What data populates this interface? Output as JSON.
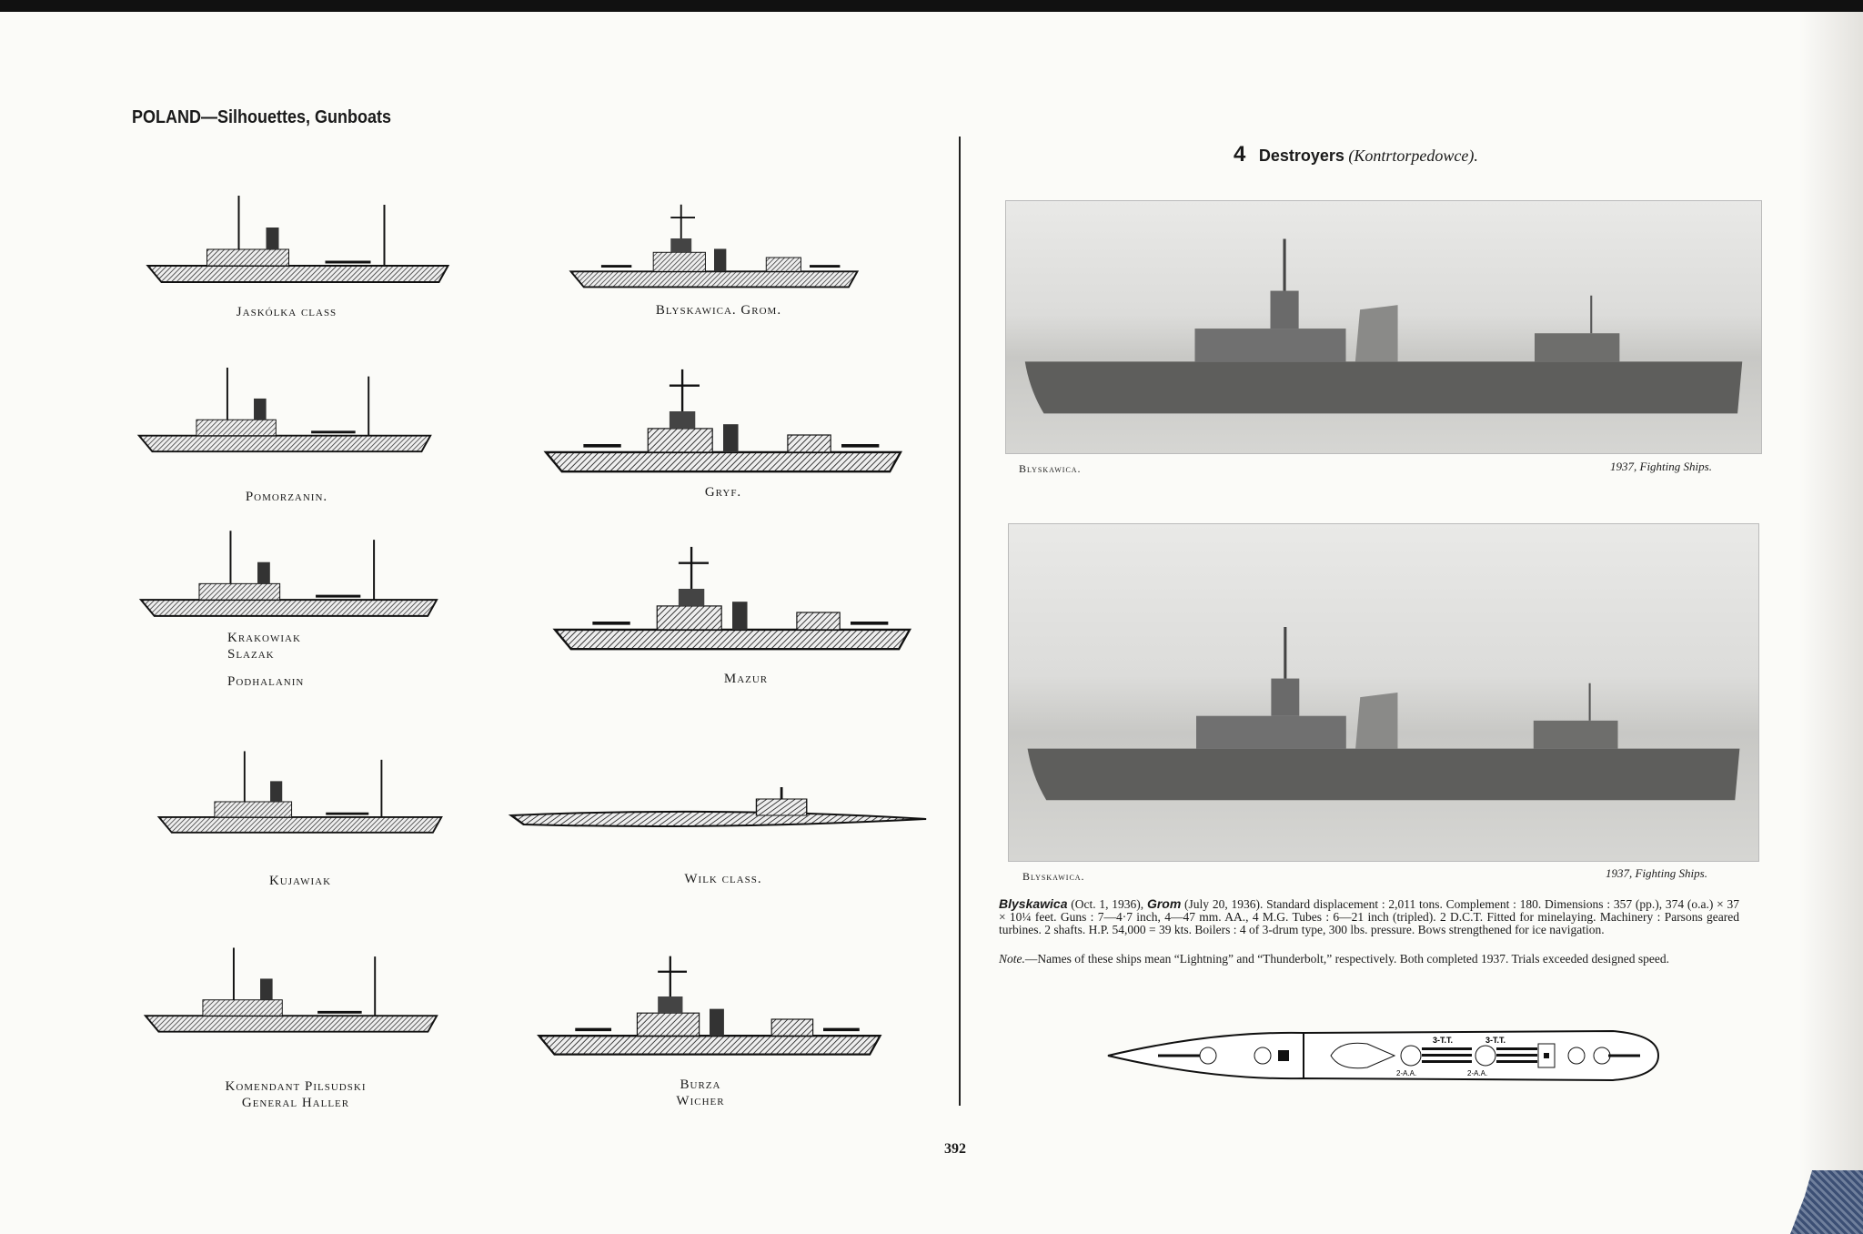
{
  "left_page": {
    "title": "POLAND—Silhouettes, Gunboats",
    "silhouettes": [
      {
        "caption": [
          "Jaskólka class"
        ]
      },
      {
        "caption": [
          "Blyskawica.     Grom."
        ]
      },
      {
        "caption": [
          "Pomorzanin."
        ]
      },
      {
        "caption": [
          "Gryf."
        ]
      },
      {
        "caption": [
          "Krakowiak",
          "Slazak",
          "Podhalanin"
        ]
      },
      {
        "caption": [
          "Mazur"
        ]
      },
      {
        "caption": [
          "Kujawiak"
        ]
      },
      {
        "caption": [
          "Wilk class."
        ]
      },
      {
        "caption": [
          "Komendant Pilsudski",
          "General Haller"
        ]
      },
      {
        "caption": [
          "Burza",
          "Wicher"
        ]
      }
    ]
  },
  "right_page": {
    "heading_number": "4",
    "heading_label": "Destroyers",
    "heading_italic": "(Kontrtorpedowce).",
    "photos": [
      {
        "caption": "Blyskawica.",
        "credit": "1937, Fighting Ships."
      },
      {
        "caption": "Blyskawica.",
        "credit": "1937, Fighting Ships."
      }
    ],
    "description": {
      "name1": "Blyskawica",
      "date1": " (Oct. 1, 1936), ",
      "name2": "Grom",
      "text": " (July 20, 1936). Standard displacement : 2,011 tons. Complement : 180. Dimensions : 357 (pp.), 374 (o.a.) × 37 × 10¼ feet. Guns : 7—4·7 inch, 4—47 mm. AA., 4 M.G. Tubes : 6—21 inch (tripled). 2 D.C.T. Fitted for minelaying. Machinery : Parsons geared turbines. 2 shafts. H.P. 54,000 = 39 kts. Boilers : 4 of 3-drum type, 300 lbs. pressure. Bows strengthened for ice navigation."
    },
    "note": {
      "label": "Note.",
      "text": "—Names of these ships mean “Lightning” and “Thunderbolt,” respectively. Both completed 1937. Trials exceeded designed speed."
    },
    "deck_plan_labels": [
      "3-T.T.",
      "3-T.T.",
      "2-A.A.",
      "2-A.A."
    ]
  },
  "page_number": "392"
}
